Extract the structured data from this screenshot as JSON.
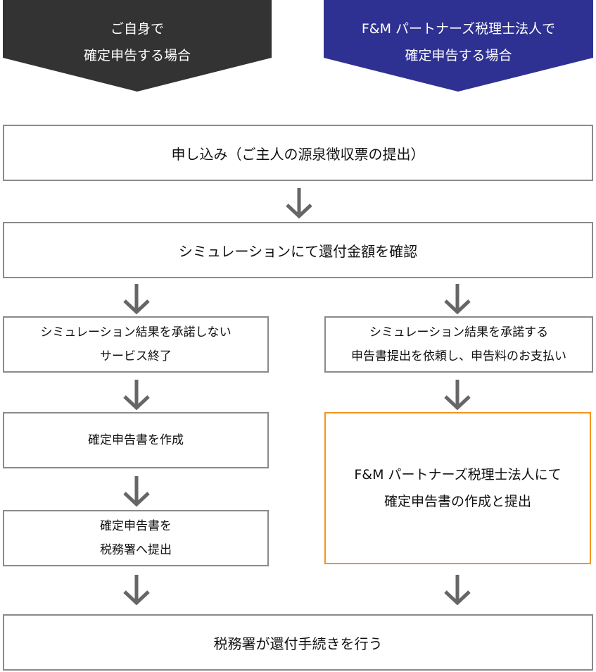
{
  "headers": {
    "self": {
      "line1": "ご自身で",
      "line2": "確定申告する場合",
      "color": "#333333"
    },
    "firm": {
      "line1": "F&M パートナーズ税理士法人で",
      "line2": "確定申告する場合",
      "color": "#2e3192"
    }
  },
  "steps": {
    "apply": "申し込み（ご主人の源泉徴収票の提出）",
    "simulate": "シミュレーションにて還付金額を確認",
    "decline": {
      "line1": "シミュレーション結果を承諾しない",
      "line2": "サービス終了"
    },
    "accept": {
      "line1": "シミュレーション結果を承諾する",
      "line2": "申告書提出を依頼し、申告料のお支払い"
    },
    "create": "確定申告書を作成",
    "submit": {
      "line1": "確定申告書を",
      "line2": "税務署へ提出"
    },
    "firm_process": {
      "line1": "F&M パートナーズ税理士法人にて",
      "line2": "確定申告書の作成と提出"
    },
    "refund": "税務署が還付手続きを行う"
  },
  "colors": {
    "border": "#8a8a8a",
    "highlight_border": "#f7931e",
    "arrow": "#666666"
  }
}
